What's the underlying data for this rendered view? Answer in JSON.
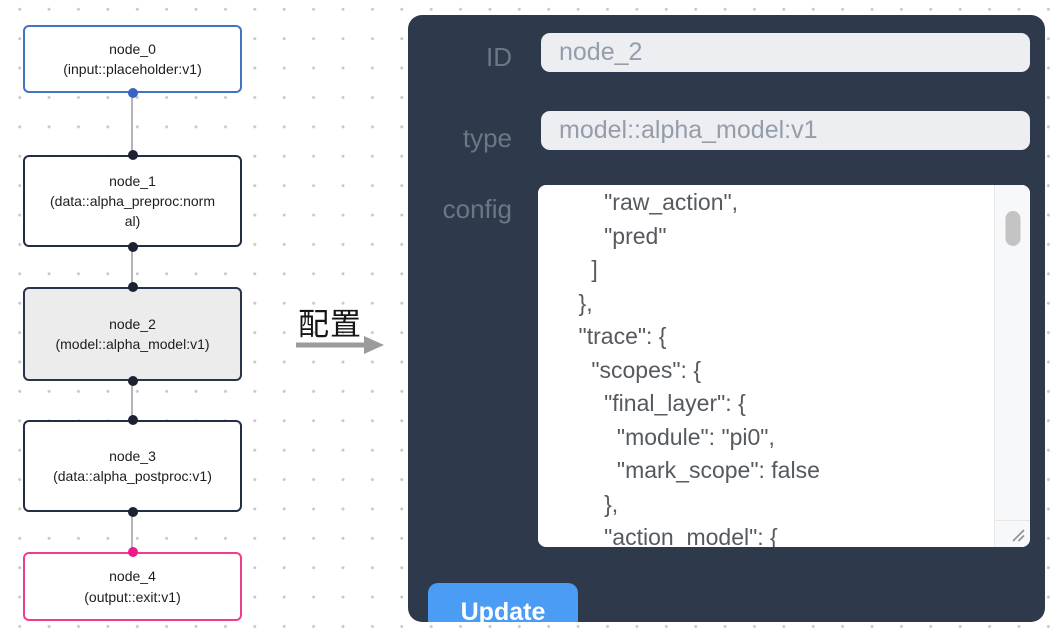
{
  "flow": {
    "nodes": [
      {
        "name": "node_0",
        "type_label": "(input::placeholder:v1)",
        "kind": "input"
      },
      {
        "name": "node_1",
        "type_label": "(data::alpha_preproc:normal)",
        "kind": "default"
      },
      {
        "name": "node_2",
        "type_label": "(model::alpha_model:v1)",
        "kind": "selected"
      },
      {
        "name": "node_3",
        "type_label": "(data::alpha_postproc:v1)",
        "kind": "default"
      },
      {
        "name": "node_4",
        "type_label": "(output::exit:v1)",
        "kind": "output"
      }
    ]
  },
  "transition": {
    "label": "配置",
    "arrow_icon": "right-arrow"
  },
  "panel": {
    "id_label": "ID",
    "id_value": "node_2",
    "type_label": "type",
    "type_value": "model::alpha_model:v1",
    "config_label": "config",
    "config_lines": [
      "        \"raw_action\",",
      "        \"pred\"",
      "      ]",
      "    },",
      "    \"trace\": {",
      "      \"scopes\": {",
      "        \"final_layer\": {",
      "          \"module\": \"pi0\",",
      "          \"mark_scope\": false",
      "        },",
      "        \"action_model\": {"
    ],
    "update_label": "Update"
  },
  "colors": {
    "panel_bg": "#2e394b",
    "accent_blue": "#4a9cf5",
    "input_node_border": "#4273c4",
    "output_node_border": "#ee3d8f",
    "selected_node_bg": "#ececec",
    "handle_dark": "#1b2333",
    "handle_blue": "#3a63c6",
    "handle_pink": "#f0188c",
    "edge_gray": "#b4b4ba"
  }
}
